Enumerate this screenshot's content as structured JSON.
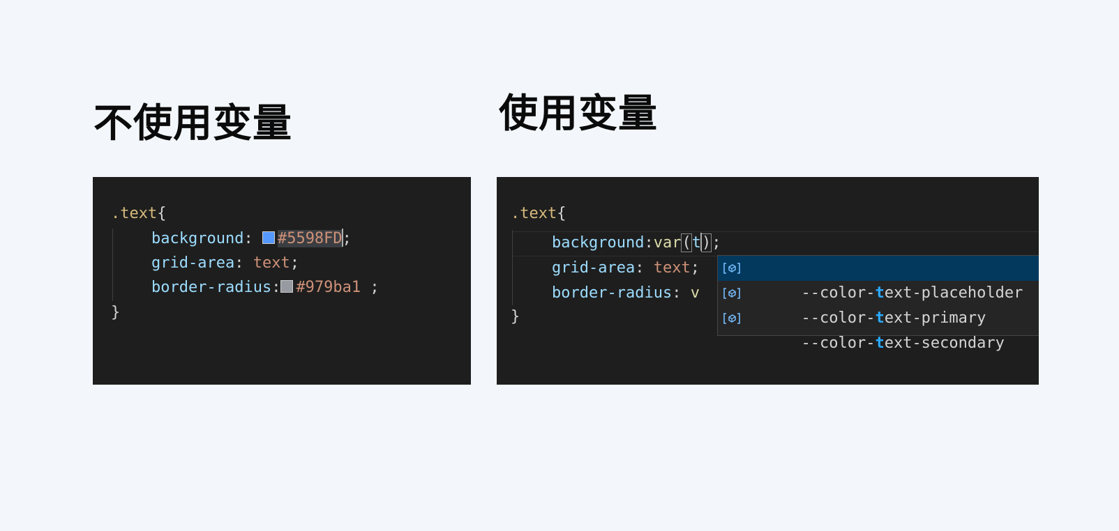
{
  "headings": {
    "left": "不使用变量",
    "right": "使用变量"
  },
  "left_editor": {
    "selector": ".text",
    "open_brace": "{",
    "close_brace": "}",
    "lines": [
      {
        "property": "background",
        "colon": ": ",
        "value": "#5598FD",
        "end": ";",
        "swatch": "#5598FD"
      },
      {
        "property": "grid-area",
        "colon": ": ",
        "value": "text",
        "end": ";"
      },
      {
        "property": "border-radius",
        "colon": ":",
        "value": "#979ba1",
        "end": " ;",
        "swatch": "#979ba1"
      }
    ]
  },
  "right_editor": {
    "selector": ".text",
    "open_brace": "{",
    "close_brace": "}",
    "line1": {
      "property": "background",
      "colon": ":",
      "fn": "var",
      "open_paren": "(",
      "arg": "t",
      "close_paren": ")",
      "end": ";"
    },
    "line2": {
      "property": "grid-area",
      "colon": ": ",
      "value": "text",
      "end": ";"
    },
    "line3": {
      "property": "border-radius",
      "colon": ": ",
      "value": "v"
    },
    "suggestions": [
      {
        "prefix": "--color-",
        "match": "t",
        "rest": "ext-placeholder",
        "selected": true,
        "icon": "variable-icon"
      },
      {
        "prefix": "--color-",
        "match": "t",
        "rest": "ext-primary",
        "selected": false,
        "icon": "variable-icon"
      },
      {
        "prefix": "--color-",
        "match": "t",
        "rest": "ext-secondary",
        "selected": false,
        "icon": "variable-icon"
      }
    ]
  },
  "colors": {
    "page_bg": "#f3f7fb",
    "editor_bg": "#1e1e1e",
    "selector": "#d7ba7d",
    "property": "#9cdcfe",
    "value": "#ce9178",
    "function": "#dcdcaa",
    "suggest_selected": "#04395e",
    "match_highlight": "#2aaaff"
  }
}
